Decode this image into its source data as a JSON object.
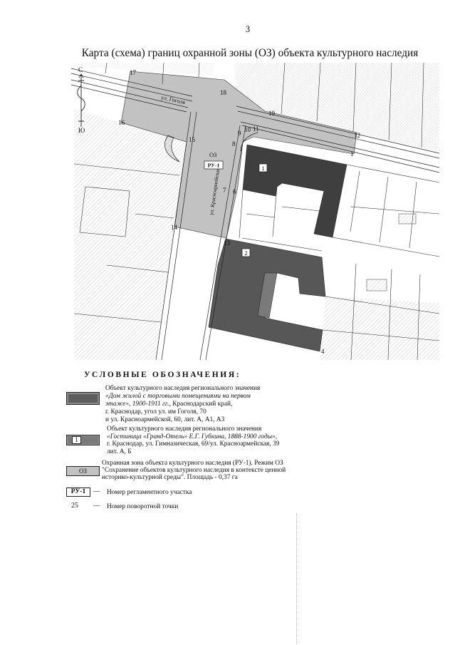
{
  "page": {
    "number": "3",
    "title": "Карта (схема) границ охранной зоны (ОЗ) объекта культурного наследия"
  },
  "map": {
    "compass": {
      "north": "С",
      "south": "Ю"
    },
    "streets": {
      "gogolya": "ул. Гоголя",
      "krasnoarmeyskaya": "ул. Красноармейская"
    },
    "zone_label": "ОЗ",
    "plot_label": "РУ-1",
    "object_labels": [
      "1",
      "2"
    ],
    "points": [
      "17",
      "18",
      "19",
      "16",
      "15",
      "12",
      "9",
      "10",
      "11",
      "8",
      "1",
      "7",
      "6",
      "14",
      "13",
      "4"
    ],
    "colors": {
      "zone": "#c2c2c2",
      "object_1": "#3f3f3f",
      "object_2": "#575757",
      "lines": "#222222"
    }
  },
  "legend": {
    "title": "УСЛОВНЫЕ ОБОЗНАЧЕНИЯ:",
    "heritage_house": {
      "description": [
        "Объект культурного наследия регионального значения",
        "«Дом жилой с торговыми помещениями на первом",
        "этаже», 1900-1911 гг.,",
        "Краснодарский край,",
        "г. Краснодар, угол ул. им Гоголя, 70",
        "и ул. Красноармейской, 60, лит. А, А1, А3"
      ]
    },
    "heritage_hotel": {
      "swatch_label": "1",
      "description": [
        "Объект культурного наследия регионального значения",
        "«Гостиница «Гранд-Отель» Е.Г. Губкина, 1888-1900 годы»,",
        "г. Краснодар, ул. Гимназическая, 69/ул. Красноармейская, 39",
        "лит. А, Б"
      ]
    },
    "protection_zone": {
      "swatch_label": "ОЗ",
      "description": [
        "Охранная зона объекта культурного наследия (РУ-1). Режим ОЗ",
        "\"Сохранение объектов культурного наследия в контексте ценной",
        "историко-культурной среды\". Площадь - 0,37 га"
      ]
    },
    "plot_number": {
      "swatch_label": "РУ-1",
      "dash": "—",
      "description": "Номер регламентного участка"
    },
    "turning_point": {
      "swatch_label": "25",
      "dash": "—",
      "description": "Номер поворотной точки"
    }
  }
}
